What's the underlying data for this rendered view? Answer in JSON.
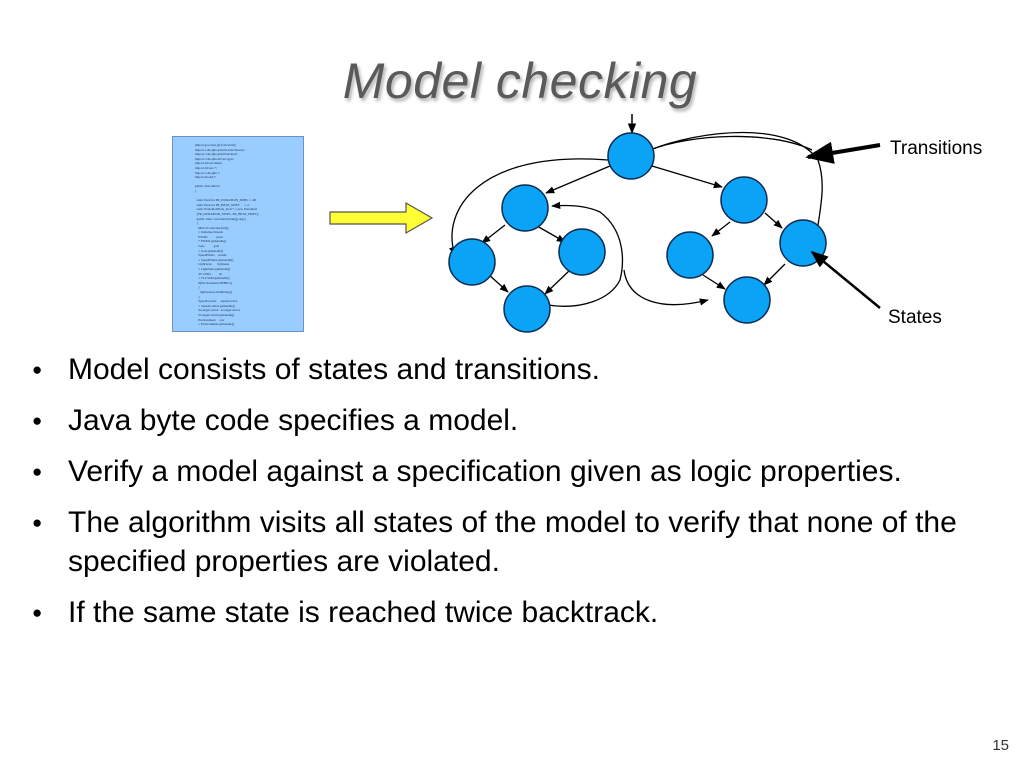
{
  "slide": {
    "title": "Model checking",
    "page_number": "15"
  },
  "code_listing": {
    "lines": [
      "import gov.nasa.jpf.jvm.Verify;",
      "import com.ajile.jem.PeriodicThread;",
      "import com.ajile.jem.PianoRoll;",
      "import com.ajile.drivers.gptc;",
      "import drivers.timer;",
      "import drivers.*;",
      "import com.ajile.*;",
      "import model.*;",
      "",
      "public class Mirror",
      "{",
      "",
      "  static final int PR_DURATION_MSEC = 48;",
      "  static final int PR_BEAT_MSEC     = 2;",
      "  static PianoRollState_Roll * = new PianoRoll",
      "  (PR_DURATION_MSEC, PR_BEAT_MSEC);",
      "  public static void main(String[] args)",
      "  {",
      "    MirrorController.Init();",
      "    // Initialise threads",
      "    PWM1          pwm",
      "    * PWM1.gethandle()",
      "    Gate           gate",
      "    = Gate.gethandle()",
      "    SpeedFilters    results",
      "    = SpeedFilters.gethandle()",
      "    LightSens       lightsens",
      "    = LightSens.gethandle()",
      "    TC12364          tlc",
      "    = TLC5940.gethandle()",
      "    if(Environment.DEBUG)",
      "    {",
      "      lightsensors.initDebug()",
      "    }",
      "    SpeedControl     speedcontrol",
      "    = SpeedControl.gethandle()",
      "    StorageControl   storagecontrol",
      "    StorageControl.gethandle()",
      "    Environment     env",
      "    = Environment.gethandle()"
    ]
  },
  "diagram": {
    "labels": {
      "transitions": "Transitions",
      "states": "States"
    },
    "colors": {
      "state_fill": "#0aa3f5",
      "state_stroke": "#0b2d52",
      "yellow_arrow": "#ffff33"
    }
  },
  "bullets": [
    "Model consists of states and transitions.",
    "Java byte code specifies a model.",
    "Verify a model against a specification given as logic properties.",
    "The algorithm visits all states of the model to verify that none of the specified properties are violated.",
    "If the same state is reached twice backtrack."
  ]
}
